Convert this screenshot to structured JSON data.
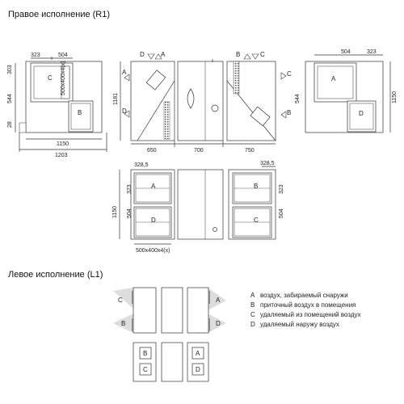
{
  "titles": {
    "right": "Правое исполнение (R1)",
    "left": "Левое исполнение (L1)"
  },
  "dims": {
    "w323": "323",
    "w504": "504",
    "w303": "303",
    "w544": "544",
    "w28": "28",
    "w1150": "1150",
    "w1203": "1203",
    "w1181": "1181",
    "w650": "650",
    "w700": "700",
    "w750": "750",
    "w3285": "328,5",
    "w500x400": "500x400x4(x)"
  },
  "letters": {
    "a": "A",
    "b": "B",
    "c": "C",
    "d": "D"
  },
  "legend": [
    {
      "letter": "A",
      "text": "воздух, забираемый снаружи"
    },
    {
      "letter": "B",
      "text": "приточный воздух в помещения"
    },
    {
      "letter": "C",
      "text": "удаляемый из помещений воздух"
    },
    {
      "letter": "D",
      "text": "удаляемый наружу воздух"
    }
  ],
  "colors": {
    "line": "#333333",
    "fill": "#e6e6e6",
    "cone": "#d9d9d9"
  }
}
